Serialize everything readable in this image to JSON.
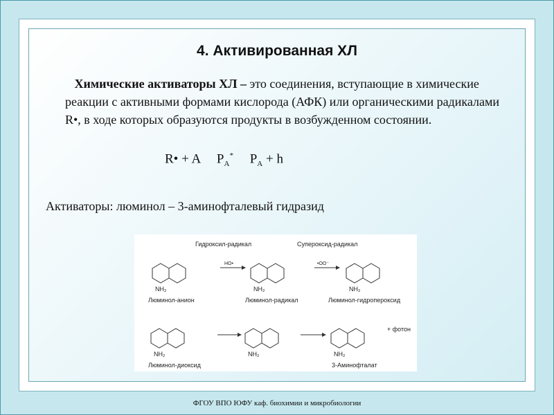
{
  "slide": {
    "title": "4. Активированная ХЛ",
    "definition_term": "Химические активаторы ХЛ –",
    "definition_text": " это соединения, вступающие в химические реакции с активными формами кислорода (АФК) или органическими радикалами R•, в ходе которых образуются продукты в возбужденном состоянии.",
    "formula": {
      "left": "R• + A",
      "p1": "P",
      "p1_sub": "A",
      "p1_sup": "*",
      "p2": "P",
      "p2_sub": "A",
      "right": " + h"
    },
    "activators": "Активаторы: люминол – 3-аминофталевый гидразид"
  },
  "scheme": {
    "labels": {
      "hydroxyl": "Гидроксил-радикал",
      "superoxide": "Супероксид-радикал",
      "ho": "HO•",
      "oo": "•OO⁻",
      "anion": "Люминол-анион",
      "radical": "Люминол-радикал",
      "hydroperoxide": "Люминол-гидропероксид",
      "dioxide": "Люминол-диоксид",
      "aminophthalate": "3-Аминофталат",
      "photon": "+ фотон",
      "nh2": "NH₂"
    }
  },
  "footer": "ФГОУ ВПО ЮФУ  каф. биохимии и микробиологии"
}
